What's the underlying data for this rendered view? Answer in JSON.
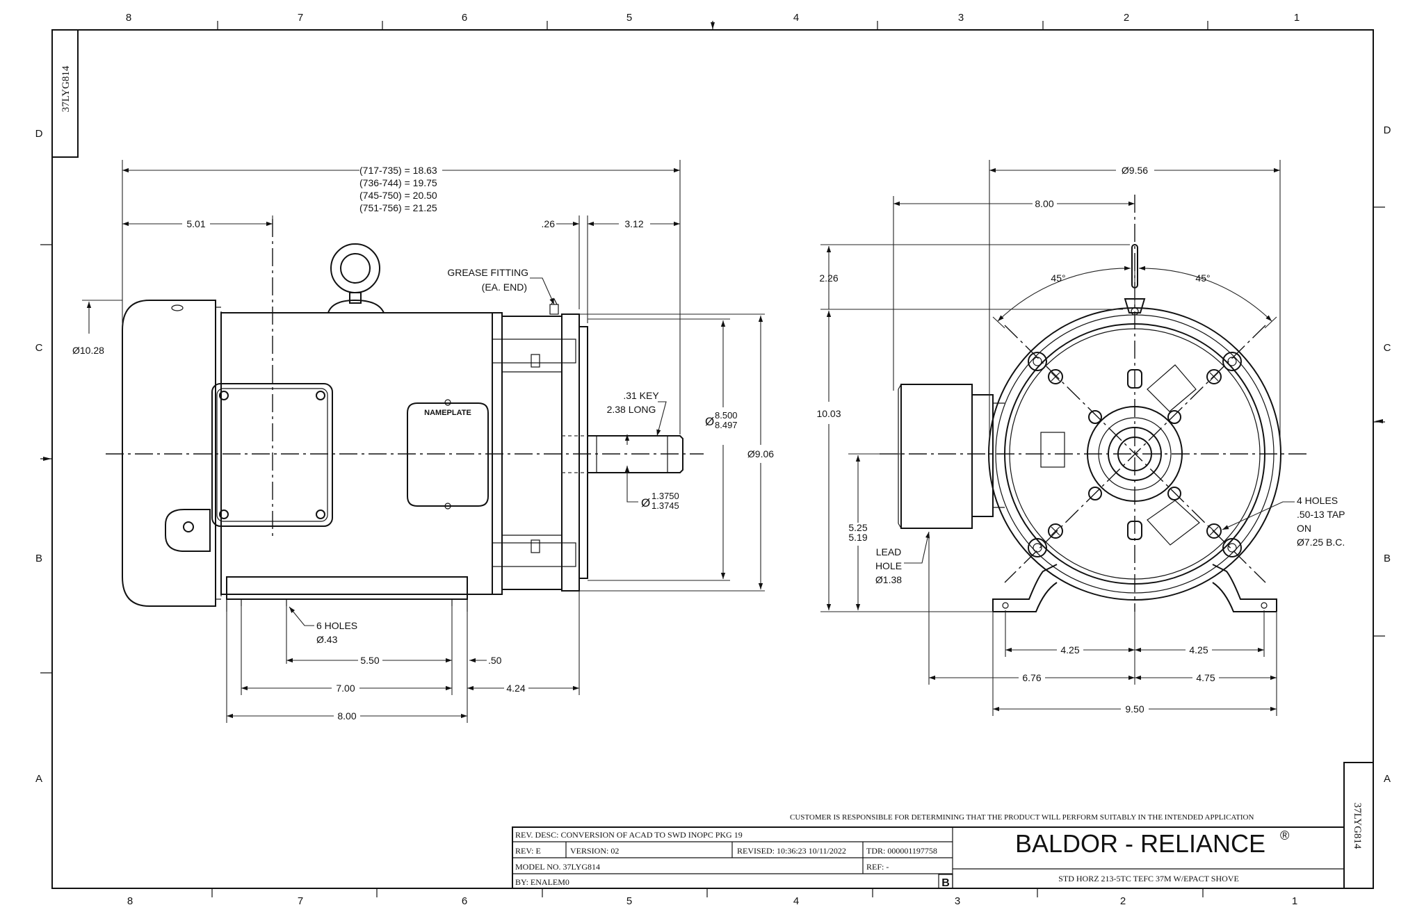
{
  "drawing_number": "37LYG814",
  "zone_columns_top": [
    "8",
    "7",
    "6",
    "5",
    "4",
    "3",
    "2",
    "1"
  ],
  "zone_columns_bottom": [
    "8",
    "7",
    "6",
    "5",
    "4",
    "3",
    "2",
    "1"
  ],
  "zone_rows": [
    "D",
    "C",
    "B",
    "A"
  ],
  "side_view": {
    "length_lines": [
      "(717-735) = 18.63",
      "(736-744) = 19.75",
      "(745-750) = 20.50",
      "(751-756) = 21.25"
    ],
    "dim_5_01": "5.01",
    "dim_26": ".26",
    "dim_3_12": "3.12",
    "grease_label_1": "GREASE FITTING",
    "grease_label_2": "(EA. END)",
    "dia_10_28": "Ø10.28",
    "nameplate": "NAMEPLATE",
    "key_label_1": ".31 KEY",
    "key_label_2": "2.38 LONG",
    "dia_prefix_8500": "Ø",
    "dia_8_500": "8.500",
    "dia_8_497": "8.497",
    "dia_9_06": "Ø9.06",
    "dia_prefix_shaft": "Ø",
    "shaft_1_3750": "1.3750",
    "shaft_1_3745": "1.3745",
    "holes_label_1": "6 HOLES",
    "holes_label_2": "Ø.43",
    "dim_5_50": "5.50",
    "dim_50": ".50",
    "dim_7_00": "7.00",
    "dim_4_24": "4.24",
    "dim_8_00": "8.00"
  },
  "end_view": {
    "dia_9_56": "Ø9.56",
    "dim_8_00": "8.00",
    "dim_2_26": "2.26",
    "angle_left": "45°",
    "angle_right": "45°",
    "dim_10_03": "10.03",
    "dim_5_25": "5.25",
    "dim_5_19": "5.19",
    "lead_1": "LEAD",
    "lead_2": "HOLE",
    "lead_3": "Ø1.38",
    "tap_1": "4 HOLES",
    "tap_2": ".50-13 TAP",
    "tap_3": "ON",
    "tap_4": "Ø7.25 B.C.",
    "dim_4_25_left": "4.25",
    "dim_4_25_right": "4.25",
    "dim_6_76": "6.76",
    "dim_4_75": "4.75",
    "dim_9_50": "9.50"
  },
  "title_block": {
    "disclaimer": "CUSTOMER IS RESPONSIBLE FOR DETERMINING THAT THE PRODUCT WILL PERFORM SUITABLY IN THE INTENDED APPLICATION",
    "rev_desc": "REV. DESC: CONVERSION OF ACAD TO SWD INOPC PKG 19",
    "rev": "REV:  E",
    "version": "VERSION:  02",
    "revised": "REVISED:  10:36:23 10/11/2022",
    "tdr": "TDR: 000001197758",
    "model": "MODEL NO.  37LYG814",
    "ref": "REF:  -",
    "by": "BY: ENALEM0",
    "size_letter": "B",
    "brand": "BALDOR - RELIANCE",
    "brand_mark": "®",
    "description": "STD HORZ 213-5TC TEFC 37M W/EPACT SHOVE"
  }
}
